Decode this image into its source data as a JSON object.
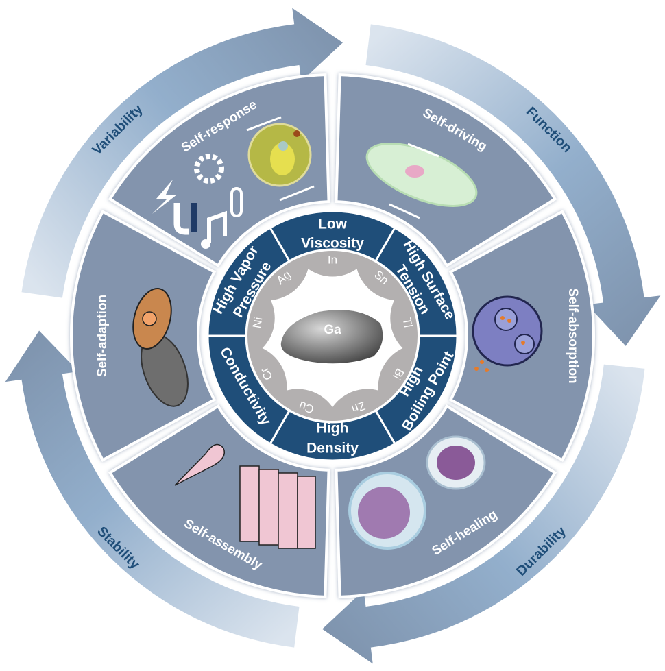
{
  "cycle_arrows": [
    {
      "label": "Variability"
    },
    {
      "label": "Function"
    },
    {
      "label": "Durability"
    },
    {
      "label": "Stability"
    }
  ],
  "panels": [
    {
      "label": "Self-response"
    },
    {
      "label": "Self-driving"
    },
    {
      "label": "Self-absorption"
    },
    {
      "label": "Self-healing"
    },
    {
      "label": "Self-assembly"
    },
    {
      "label": "Self-adaption"
    }
  ],
  "properties": [
    {
      "line1": "Low",
      "line2": "Viscosity"
    },
    {
      "line1": "High Surface",
      "line2": "Tension"
    },
    {
      "line1": "High",
      "line2": "Boiling Point"
    },
    {
      "line1": "High",
      "line2": "Density"
    },
    {
      "line1": "Conductivity",
      "line2": ""
    },
    {
      "line1": "High Vapor",
      "line2": "Pressure"
    }
  ],
  "elements": [
    "In",
    "Sn",
    "Tl",
    "Bi",
    "Zn",
    "Cu",
    "Cr",
    "Ni",
    "Ag"
  ],
  "center": {
    "label": "Ga"
  },
  "colors": {
    "panel": "#8394ad",
    "ring_dark": "#1f4e79",
    "ring_gray": "#b3b0b0",
    "arrow_light": "#dbe4ee",
    "arrow_dark": "#7f94ae"
  }
}
